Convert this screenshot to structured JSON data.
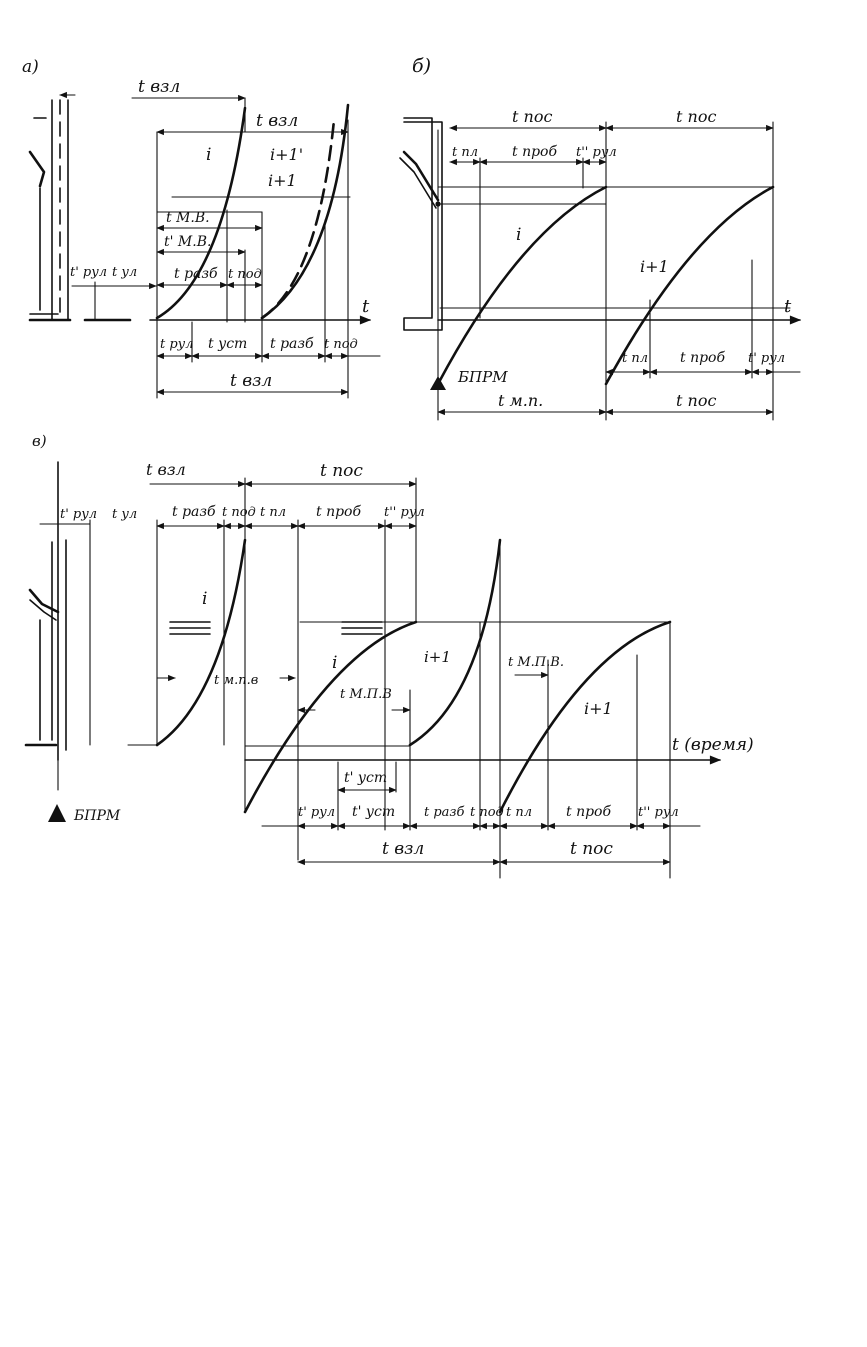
{
  "panels": {
    "a": {
      "tag": "а)",
      "t_vzl_top": "t взл",
      "t_vzl_mid": "t взл",
      "curve_i": "i",
      "curve_i1_prime": "i+1'",
      "curve_i1": "i+1",
      "t_mv": "t М.В.",
      "t_mv_prime": "t' М.В.",
      "t_razb": "t разб",
      "t_pod": "t под",
      "t_rul_left": "t' рул",
      "t_ul": "t ул",
      "axis_t": "t",
      "b_rul": "t рул",
      "b_ust": "t уст",
      "b_razb": "t разб",
      "b_pod": "t под",
      "bottom_vzl": "t взл"
    },
    "b": {
      "tag": "б)",
      "t_pos_1": "t пос",
      "t_pos_2": "t пос",
      "t_pl": "t пл",
      "t_prob": "t проб",
      "t_rul2": "t'' рул",
      "curve_i": "i",
      "curve_i1": "i+1",
      "axis_t": "t",
      "b_pl": "t пл",
      "b_prob": "t проб",
      "b_rul1": "t' рул",
      "bprm": "БПРМ",
      "t_mp": "t м.п.",
      "bottom_pos": "t пос"
    },
    "c": {
      "tag": "в)",
      "t_vzl": "t взл",
      "t_pos": "t пос",
      "t_rul_left": "t' рул",
      "t_ul": "t ул",
      "t_razb": "t разб",
      "t_pod": "t под",
      "t_pl": "t пл",
      "t_prob": "t проб",
      "t_rul2": "t'' рул",
      "curve_i_top": "i",
      "t_mvv": "t м.п.в",
      "curve_i_mid": "i",
      "t_mpv_mid": "t М.П.В",
      "curve_i1_mid": "i+1",
      "t_mpv_right": "t М.П.В.",
      "curve_i1_right": "i+1",
      "axis_label": "t (время)",
      "t_ust_prime_top": "t' уст",
      "b_rul1": "t' рул",
      "b_ust1": "t' уст",
      "b_razb": "t разб",
      "b_pod": "t под",
      "b_pl": "t пл",
      "b_prob": "t проб",
      "b_rul2": "t'' рул",
      "bottom_vzl": "t взл",
      "bottom_pos": "t пос",
      "bprm": "БПРМ"
    }
  }
}
